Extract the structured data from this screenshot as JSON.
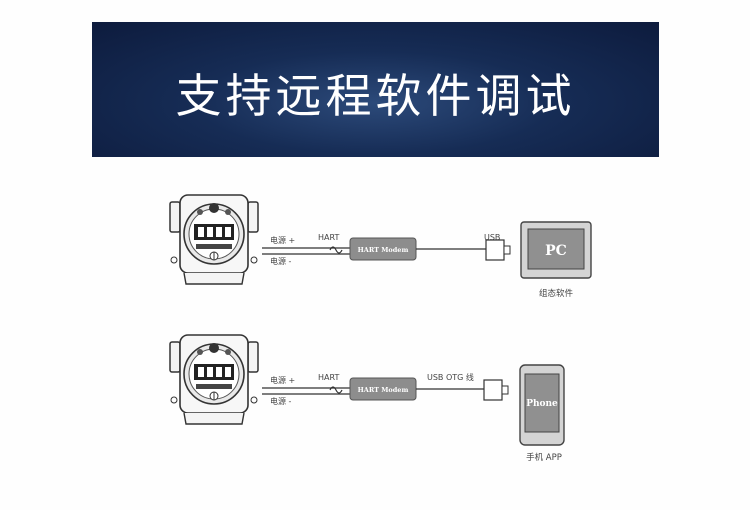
{
  "banner": {
    "title": "支持远程软件调试"
  },
  "diagrams": [
    {
      "power_plus": "电源 +",
      "power_minus": "电源 -",
      "hart_label": "HART",
      "modem_label": "HART Modem",
      "cable_label": "USB",
      "device_screen": "PC",
      "device_caption": "组态软件"
    },
    {
      "power_plus": "电源 +",
      "power_minus": "电源 -",
      "hart_label": "HART",
      "modem_label": "HART Modem",
      "cable_label": "USB OTG 线",
      "device_screen": "Phone",
      "device_caption": "手机 APP"
    }
  ]
}
